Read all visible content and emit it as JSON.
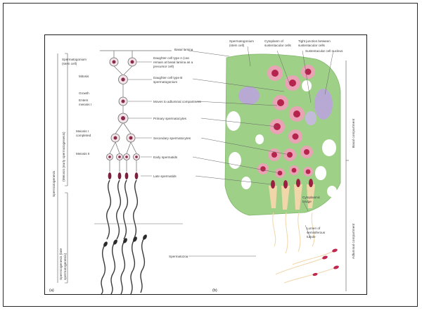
{
  "figure": {
    "panels": {
      "left": "(a)",
      "right": "(b)"
    },
    "left_labels": {
      "spermatogonium": [
        "Spermatogonium",
        "(stem cell)"
      ],
      "mitosis": "Mitosis",
      "growth": "Growth",
      "enters_meiosis": [
        "Enters",
        "meiosis I"
      ],
      "meiosis_i": [
        "Meiosis I",
        "completed"
      ],
      "meiosis_ii": "Meiosis II"
    },
    "middle_labels": {
      "basal_lamina": "Basal lamina",
      "daughter_a": [
        "Daughter cell type A (can",
        "remain at basal lamina as a",
        "precursor cell)"
      ],
      "daughter_b": [
        "Daughter cell type B",
        "spermatogonium"
      ],
      "moves": "Moves to adluminal compartment",
      "primary": "Primary spermatocytes",
      "secondary": "Secondary spermatocytes",
      "early_spermatids": "Early spermatids",
      "late_spermatids": "Late spermatids",
      "sperm": "Spermatozoa"
    },
    "right_labels": {
      "spermatogonium": [
        "Spermatogonium",
        "(stem cell)"
      ],
      "cytoplasm": [
        "Cytoplasm of",
        "sustentacular cells"
      ],
      "tight_junction": [
        "Tight junction between",
        "sustentacular cells"
      ],
      "nucleus": "Sustentacular cell nucleus",
      "cytoplasmic_bridge": [
        "Cytoplasmic",
        "bridge"
      ],
      "lumen": [
        "Lumen of",
        "seminiferous",
        "tubule"
      ]
    },
    "vertical_labels": {
      "spermatogenesis": "Spermatogenesis",
      "meiosis": "(Meiosis (early spermatogenesis)",
      "spermiogenesis": [
        "Spermiogenesis (late",
        "spermatogenesis)"
      ],
      "basal": "Basal compartment",
      "adluminal": "Adluminal compartment"
    },
    "colors": {
      "tissue_green": "#9fd088",
      "cell_pink": "#e8a3b4",
      "nucleus_red": "#b5244d",
      "sertoli_lilac": "#b9a7d8",
      "tail_cream": "#f0d6a8"
    }
  }
}
